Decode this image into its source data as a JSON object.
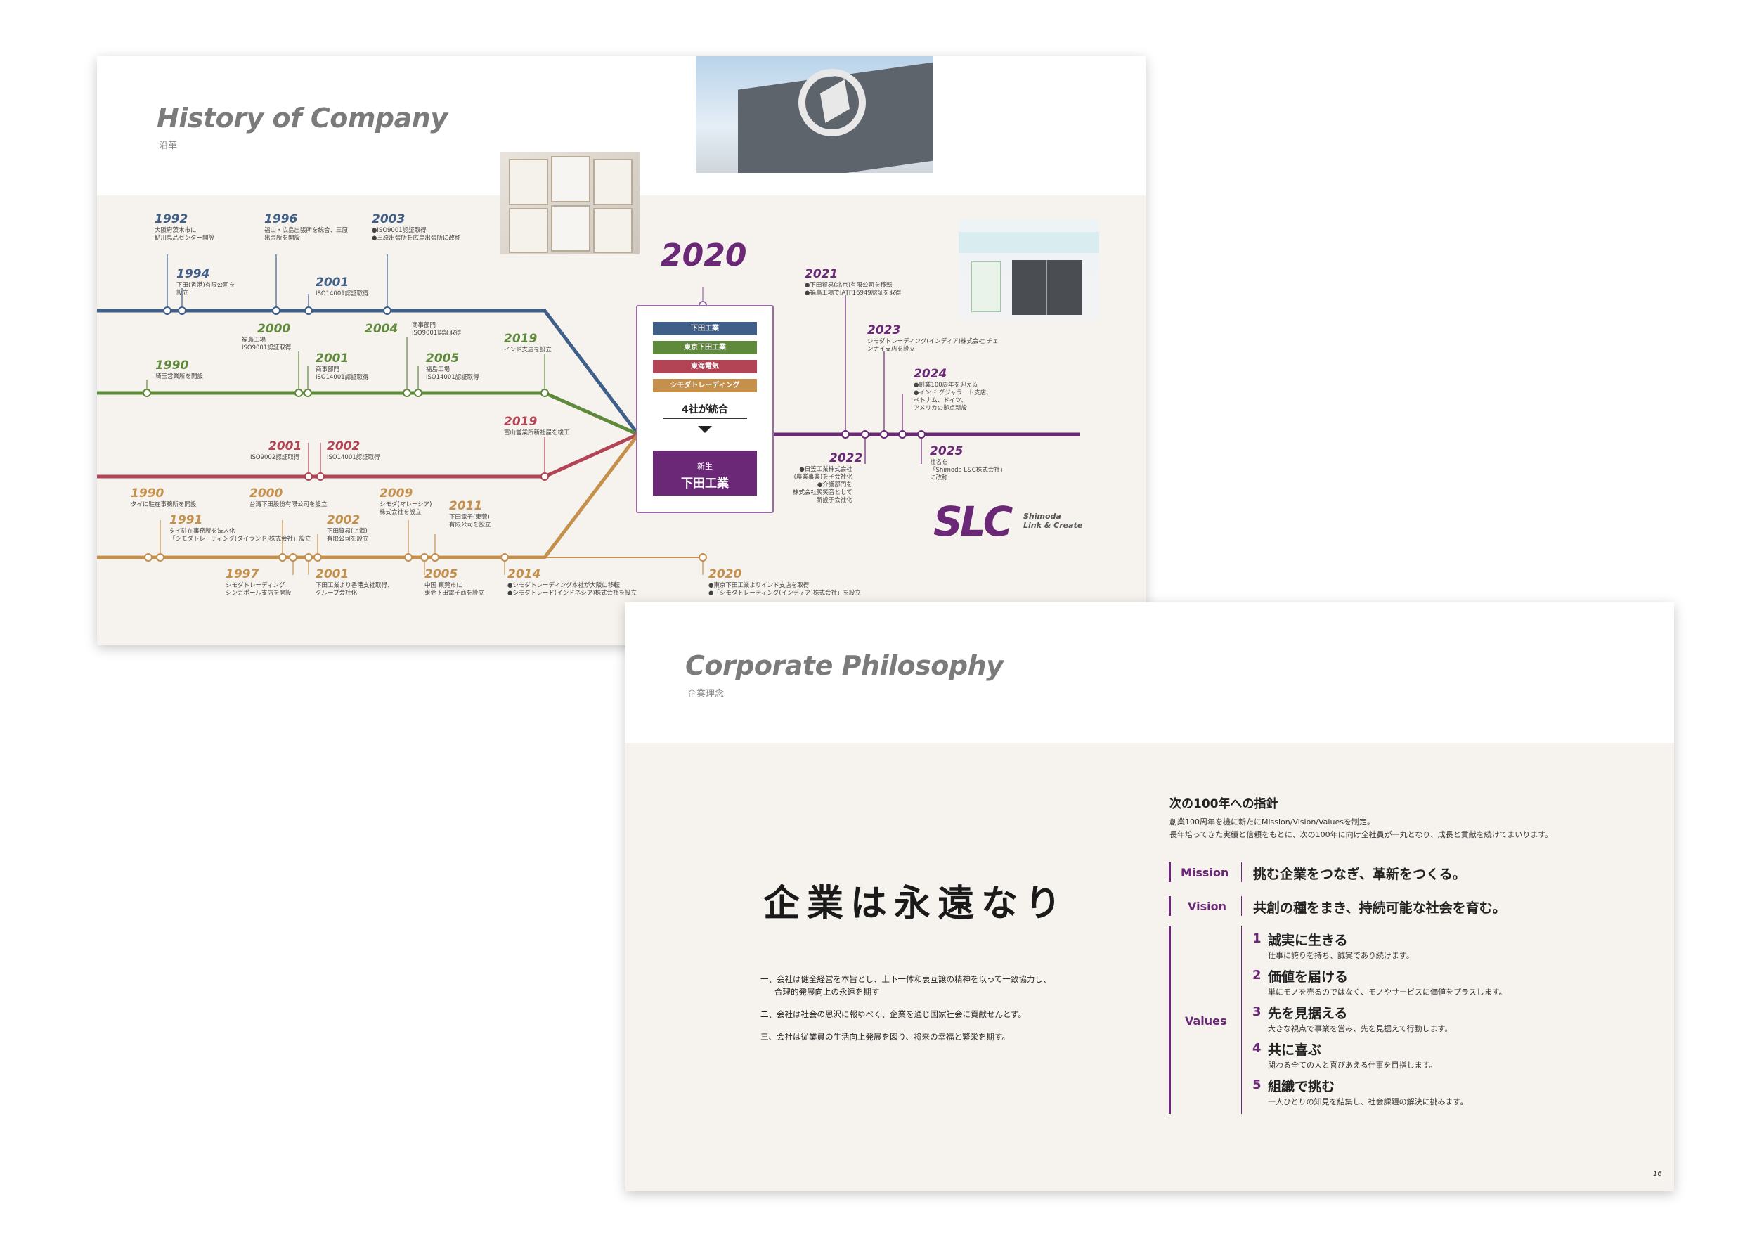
{
  "history": {
    "title_en": "History of Company",
    "title_jp": "沿革",
    "year_center": "2020",
    "companies": [
      "下田工業",
      "東京下田工業",
      "東海電気",
      "シモダトレーディング"
    ],
    "merge_text": "4社が統合",
    "newco_line1": "新生",
    "newco_line2": "下田工業",
    "events_blue": [
      {
        "year": "1992",
        "text": "大阪府茨木市に\n鮎川島品センター開設"
      },
      {
        "year": "1994",
        "text": "下田(香港)有限公司を\n設立"
      },
      {
        "year": "1996",
        "text": "福山・広島出張所を統合、三原\n出張所を開設"
      },
      {
        "year": "2001",
        "text": "ISO14001認証取得"
      },
      {
        "year": "2003",
        "text": "●ISO9001認証取得\n●三原出張所を広島出張所に改称"
      }
    ],
    "events_green": [
      {
        "year": "1990",
        "text": "埼玉営業所を開設"
      },
      {
        "year": "2000",
        "text": "福島工場\nISO9001認証取得"
      },
      {
        "year": "2001",
        "text": "商事部門\nISO14001認証取得"
      },
      {
        "year": "2004",
        "text": ""
      },
      {
        "year": "",
        "text": "商事部門\nISO9001認証取得"
      },
      {
        "year": "2005",
        "text": "福島工場\nISO14001認証取得"
      },
      {
        "year": "2019",
        "text": "インド支店を設立"
      }
    ],
    "events_red": [
      {
        "year": "2001",
        "text": "ISO9002認証取得"
      },
      {
        "year": "2002",
        "text": "ISO14001認証取得"
      },
      {
        "year": "2019",
        "text": "富山営業所新社屋を竣工"
      }
    ],
    "events_orange": [
      {
        "year": "1990",
        "text": "タイに駐在事務所を開設"
      },
      {
        "year": "1991",
        "text": "タイ駐在事務所を法人化\n「シモダトレーディング(タイランド)株式会社」設立"
      },
      {
        "year": "1997",
        "text": "シモダトレーディング\nシンガポール支店を開設"
      },
      {
        "year": "2000",
        "text": "台湾下田股份有限公司を設立"
      },
      {
        "year": "2001",
        "text": "下田工業より香港支社取得、\nグループ会社化"
      },
      {
        "year": "2002",
        "text": "下田貿易(上海)\n有限公司を設立"
      },
      {
        "year": "2005",
        "text": "中国 東莞市に\n東莞下田電子商を設立"
      },
      {
        "year": "2009",
        "text": "シモダ(マレーシア)\n株式会社を設立"
      },
      {
        "year": "2011",
        "text": "下田電子(東莞)\n有限公司を設立"
      },
      {
        "year": "2014",
        "text": "●シモダトレーディング本社が大阪に移転\n●シモダトレード(インドネシア)株式会社を設立"
      },
      {
        "year": "2020",
        "text": "●東京下田工業よりインド支店を取得\n●「シモダトレーディング(インディア)株式会社」を設立"
      }
    ],
    "events_purple": [
      {
        "year": "2021",
        "text": "●下田貿易(北京)有限公司を移転\n●福島工場でIATF16949認証を取得"
      },
      {
        "year": "2022",
        "text": "●日笠工業株式会社\n(農業事業)を子会社化\n●介護部門を\n株式会社笑笑音として\n新設子会社化"
      },
      {
        "year": "2023",
        "text": "シモダトレーディング(インディア)株式会社 チェ\nンナイ支店を設立"
      },
      {
        "year": "2024",
        "text": "●創業100周年を迎える\n●インド グジャラート支店、\nベトナム、ドイツ、\nアメリカの拠点新設"
      },
      {
        "year": "2025",
        "text": "社名を\n「Shimoda L&C株式会社」\nに改称"
      }
    ],
    "logo_text": "SLC",
    "logo_sub_1": "Shimoda",
    "logo_sub_2": "Link & Create",
    "colors": {
      "blue": "#3f5e88",
      "green": "#5f8a3c",
      "red": "#b24455",
      "orange": "#c4904c",
      "purple": "#6b2877"
    }
  },
  "philosophy": {
    "title_en": "Corporate Philosophy",
    "title_jp": "企業理念",
    "motto": "企業は永遠なり",
    "principles": [
      "一、会社は健全経営を本旨とし、上下一体和衷互譲の精神を以って一致協力し、",
      "合理的発展向上の永遠を期す",
      "二、会社は社会の恩沢に報ゆべく、企業を通じ国家社会に貢献せんとす。",
      "三、会社は従業員の生活向上発展を図り、将来の幸福と繁栄を期す。"
    ],
    "guide_heading": "次の100年への指針",
    "guide_line1": "創業100周年を機に新たにMission/Vision/Valuesを制定。",
    "guide_line2": "長年培ってきた実績と信頼をもとに、次の100年に向け全社員が一丸となり、成長と貢献を続けてまいります。",
    "mission_label": "Mission",
    "mission_text": "挑む企業をつなぎ、革新をつくる。",
    "vision_label": "Vision",
    "vision_text": "共創の種をまき、持続可能な社会を育む。",
    "values_label": "Values",
    "values": [
      {
        "num": "1",
        "title": "誠実に生きる",
        "desc": "仕事に誇りを持ち、誠実であり続けます。"
      },
      {
        "num": "2",
        "title": "価値を届ける",
        "desc": "単にモノを売るのではなく、モノやサービスに価値をプラスします。"
      },
      {
        "num": "3",
        "title": "先を見据える",
        "desc": "大きな視点で事業を営み、先を見据えて行動します。"
      },
      {
        "num": "4",
        "title": "共に喜ぶ",
        "desc": "関わる全ての人と喜びあえる仕事を目指します。"
      },
      {
        "num": "5",
        "title": "組織で挑む",
        "desc": "一人ひとりの知見を結集し、社会課題の解決に挑みます。"
      }
    ],
    "page_number": "16"
  }
}
